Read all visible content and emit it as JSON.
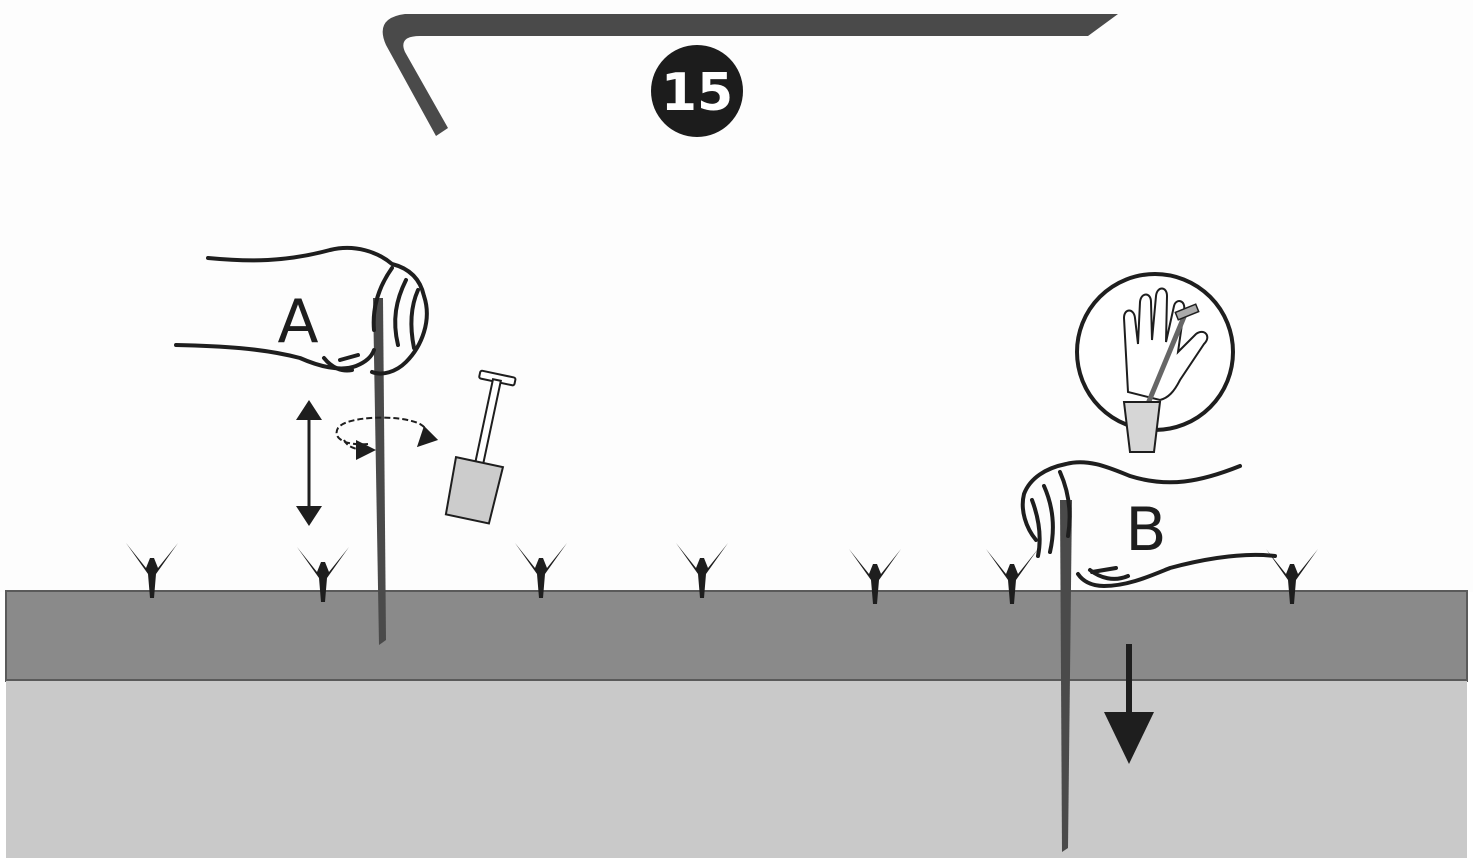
{
  "step": {
    "number": "15"
  },
  "labels": {
    "a": "A",
    "b": "B"
  },
  "colors": {
    "sky": "#fdfdfd",
    "topsoil": "#8a8a8a",
    "subsoil": "#c9c9c9",
    "ink": "#1e1e1e",
    "rod": "#4a4a4a",
    "badge": "#1c1c1c",
    "badge_text": "#ffffff",
    "spade_blade": "#cccccc"
  },
  "icons": {
    "staple": "bent-pin-icon",
    "badge": "step-number-badge",
    "hand_a": "hand-holding-pin-icon",
    "hand_b": "hand-pressing-pin-icon",
    "vertical_move": "up-down-arrow-icon",
    "rotate": "rotate-arrow-icon",
    "spade": "spade-icon",
    "glove": "glove-hint-icon",
    "push_down": "down-arrow-icon",
    "grass": "grass-tuft-icon"
  }
}
